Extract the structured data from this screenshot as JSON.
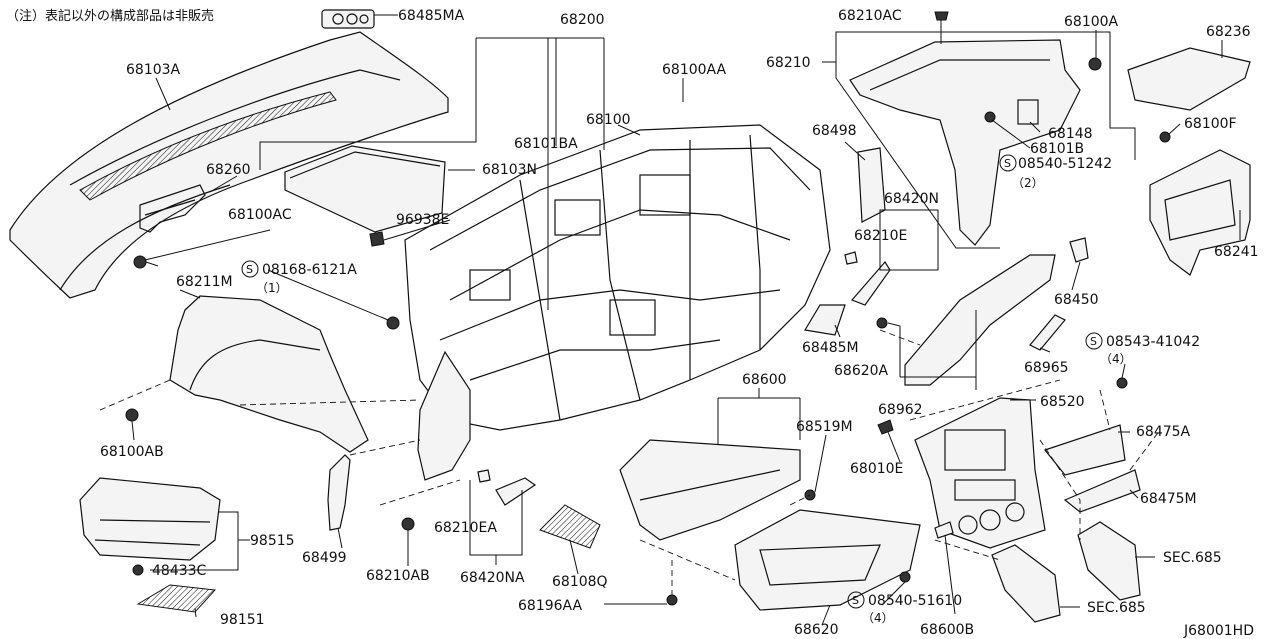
{
  "note": "（注）表記以外の構成部品は非販売",
  "diagram_code": "J68001HD",
  "labels": {
    "p68485MA": "68485MA",
    "p68200": "68200",
    "p68210AC": "68210AC",
    "p68100A": "68100A",
    "p68236": "68236",
    "p68103A": "68103A",
    "p68100AA": "68100AA",
    "p68210": "68210",
    "p68100": "68100",
    "p68498": "68498",
    "p68148": "68148",
    "p68101B": "68101B",
    "p68100F": "68100F",
    "p68101BA": "68101BA",
    "p68260": "68260",
    "p68103N": "68103N",
    "p68100AC": "68100AC",
    "p96938E": "96938E",
    "p68420N": "68420N",
    "p68210E": "68210E",
    "p68241": "68241",
    "p68211M": "68211M",
    "p68450": "68450",
    "p68485M": "68485M",
    "p68965": "68965",
    "p68620A": "68620A",
    "p68962": "68962",
    "p68600": "68600",
    "p68520": "68520",
    "p68100AB": "68100AB",
    "p68519M": "68519M",
    "p68475A": "68475A",
    "p68010E": "68010E",
    "p68475M": "68475M",
    "p98515": "98515",
    "p48433C": "48433C",
    "p68499": "68499",
    "p68210EA": "68210EA",
    "p68420NA": "68420NA",
    "p68108Q": "68108Q",
    "p68210AB": "68210AB",
    "p98151": "98151",
    "p68196AA": "68196AA",
    "p68620": "68620",
    "p68600B": "68600B",
    "sec685a": "SEC.685",
    "sec685b": "SEC.685"
  },
  "screws": {
    "s1": {
      "symbol": "S",
      "code": "08540-51242",
      "qty": "（2）"
    },
    "s2": {
      "symbol": "S",
      "code": "08168-6121A",
      "qty": "（1）"
    },
    "s3": {
      "symbol": "S",
      "code": "08543-41042",
      "qty": "（4）"
    },
    "s4": {
      "symbol": "S",
      "code": "08540-51610",
      "qty": "（4）"
    }
  }
}
